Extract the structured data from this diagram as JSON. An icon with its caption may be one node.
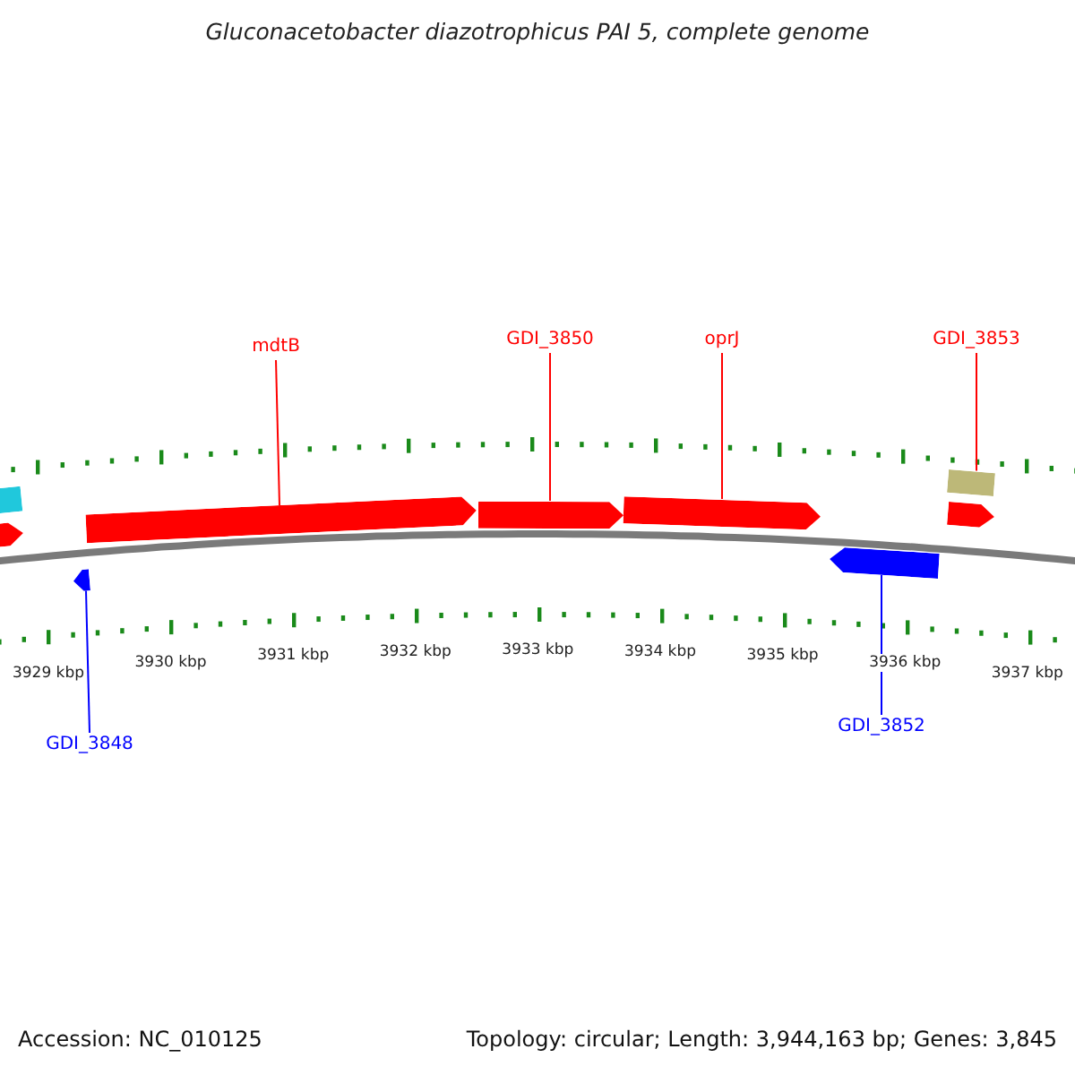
{
  "diagram": {
    "title": "Gluconacetobacter diazotrophicus PAI 5, complete genome",
    "nodes": [
      {
        "text": [
          "mdtB"
        ]
      },
      {
        "text": [],
        "shape": "arrow"
      },
      {
        "text": [
          "GDI_3850"
        ]
      },
      {
        "text": [],
        "shape": "arrow"
      },
      {
        "text": [
          "oprJ"
        ]
      },
      {
        "text": [],
        "shape": "arrow"
      },
      {
        "text": [
          "GDI_3853"
        ]
      },
      {
        "text": [],
        "shape": "arrow"
      },
      {
        "text": [
          "GDI_3848"
        ]
      },
      {
        "text": [],
        "shape": "arrow"
      },
      {
        "text": [
          "GDI_3852"
        ]
      },
      {
        "text": [],
        "shape": "arrow"
      },
      {
        "text": [],
        "shape": "box"
      },
      {
        "text": [],
        "shape": "arrow"
      },
      {
        "text": [],
        "shape": "box"
      }
    ],
    "edges": [
      {
        "from": 0,
        "to": 1,
        "arrow": "none",
        "color": "#ff0000"
      },
      {
        "from": 2,
        "to": 3,
        "arrow": "none",
        "color": "#ff0000"
      },
      {
        "from": 4,
        "to": 5,
        "arrow": "none",
        "color": "#ff0000"
      },
      {
        "from": 6,
        "to": 14,
        "arrow": "none",
        "color": "#ff0000"
      },
      {
        "from": 8,
        "to": 9,
        "arrow": "none",
        "color": "#0000ff"
      },
      {
        "from": 10,
        "to": 11,
        "arrow": "none",
        "color": "#0000ff"
      }
    ],
    "labels": [
      "3929 kbp",
      "3930 kbp",
      "3931 kbp",
      "3932 kbp",
      "3933 kbp",
      "3934 kbp",
      "3935 kbp",
      "3936 kbp",
      "3937 kbp",
      "Accession: NC_010125",
      "Topology: circular; Length: 3,944,163 bp; Genes: 3,845"
    ]
  }
}
